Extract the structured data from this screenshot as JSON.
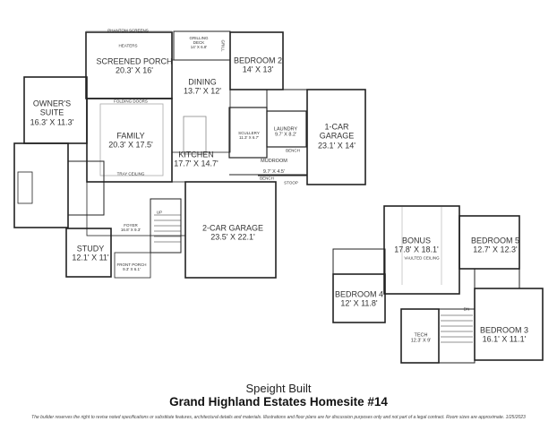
{
  "builder": "Speight Built",
  "title": "Grand Highland Estates Homesite #14",
  "disclaimer": "The builder reserves the right to revise noted specifications or substitute features, architectural details and materials. Illustrations and floor plans are for discussion purposes only and not part of a legal contract. Room sizes are approximate. 1/25/2023",
  "main_floor": {
    "phantom_screens": "PHANTOM SCREENS",
    "heaters": "HEATERS",
    "screened_porch": {
      "name": "SCREENED PORCH",
      "size": "20.3' X 16'"
    },
    "grilling_deck": {
      "name": "GRILLING DECK",
      "size": "14' X 6.8'"
    },
    "grill": "GRILL",
    "bedroom2": {
      "name": "BEDROOM 2",
      "size": "14' X 13'"
    },
    "dining": {
      "name": "DINING",
      "size": "13.7' X 12'"
    },
    "owners_suite": {
      "name": "OWNER'S SUITE",
      "size": "16.3' X 11.3'"
    },
    "folding_doors": "FOLDING DOORS",
    "family": {
      "name": "FAMILY",
      "size": "20.3' X 17.5'"
    },
    "tray_ceiling": "TRAY CEILING",
    "scullery": {
      "name": "SCULLERY",
      "size": "11.3' X 6.7'"
    },
    "laundry": {
      "name": "LAUNDRY",
      "size": "9.7' X 8.2'"
    },
    "one_car_garage": {
      "name": "1-CAR GARAGE",
      "size": "23.1' X 14'"
    },
    "bench1": "BENCH",
    "kitchen": {
      "name": "KITCHEN",
      "size": "17.7' X 14.7'"
    },
    "mudroom": {
      "name": "MUDROOM",
      "size": "9.7' X 4.5'"
    },
    "bench2": "BENCH",
    "stoop": "STOOP",
    "up": "UP",
    "foyer": {
      "name": "FOYER",
      "size": "16.8' X 9.3'"
    },
    "two_car_garage": {
      "name": "2-CAR GARAGE",
      "size": "23.5' X 22.1'"
    },
    "study": {
      "name": "STUDY",
      "size": "12.1' X 11'"
    },
    "front_porch": {
      "name": "FRONT PORCH",
      "size": "9.3' X 6.1'"
    }
  },
  "upper_floor": {
    "bonus": {
      "name": "BONUS",
      "size": "17.8' X 18.1'"
    },
    "vaulted_ceiling": "VAULTED CEILING",
    "bedroom5": {
      "name": "BEDROOM 5",
      "size": "12.7' X 12.3'"
    },
    "bedroom4": {
      "name": "BEDROOM 4",
      "size": "12' X 11.8'"
    },
    "dn": "DN",
    "tech": {
      "name": "TECH",
      "size": "12.3' X 9'"
    },
    "bedroom3": {
      "name": "BEDROOM 3",
      "size": "16.1' X 11.1'"
    }
  }
}
